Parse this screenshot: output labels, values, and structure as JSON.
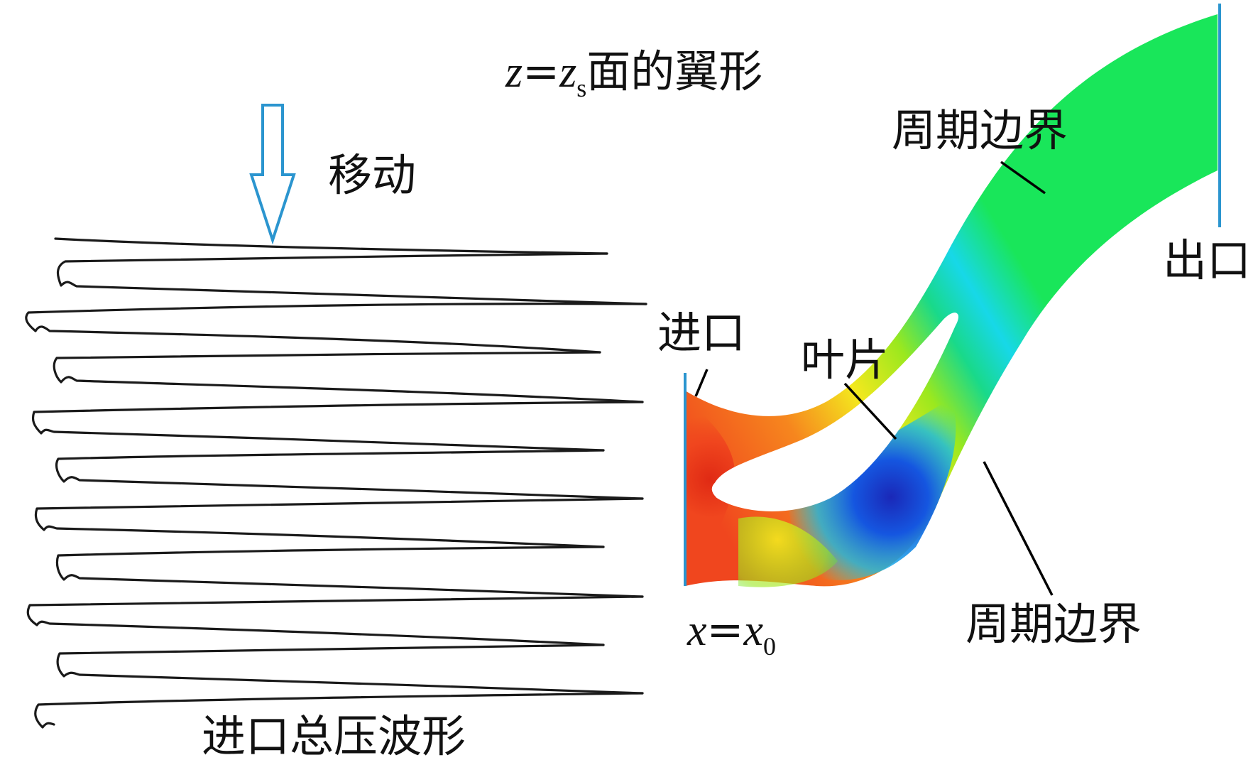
{
  "labels": {
    "title_var": "z",
    "title_eq": "=",
    "title_var2": "z",
    "title_sub": "s",
    "title_rest": "面的翼形",
    "move": "移动",
    "inlet": "进口",
    "blade": "叶片",
    "periodic_top": "周期边界",
    "periodic_bottom": "周期边界",
    "outlet": "出口",
    "x_var": "x",
    "x_eq": "=",
    "x_var2": "x",
    "x_sub": "0",
    "waveform": "进口总压波形"
  },
  "colors": {
    "arrow": "#2b95cf",
    "boundary_line": "#2b95cf",
    "wave_line": "#1a1a1a",
    "leader_line": "#000000",
    "contour_red": "#f0461e",
    "contour_orange": "#f6861e",
    "contour_yellow": "#f4e81e",
    "contour_green": "#19e65a",
    "contour_cyan": "#17d8e8",
    "contour_blue": "#1556e0",
    "contour_dark_blue": "#1a28b8"
  },
  "icons": {
    "move_arrow": "down-arrow-outline-icon"
  }
}
